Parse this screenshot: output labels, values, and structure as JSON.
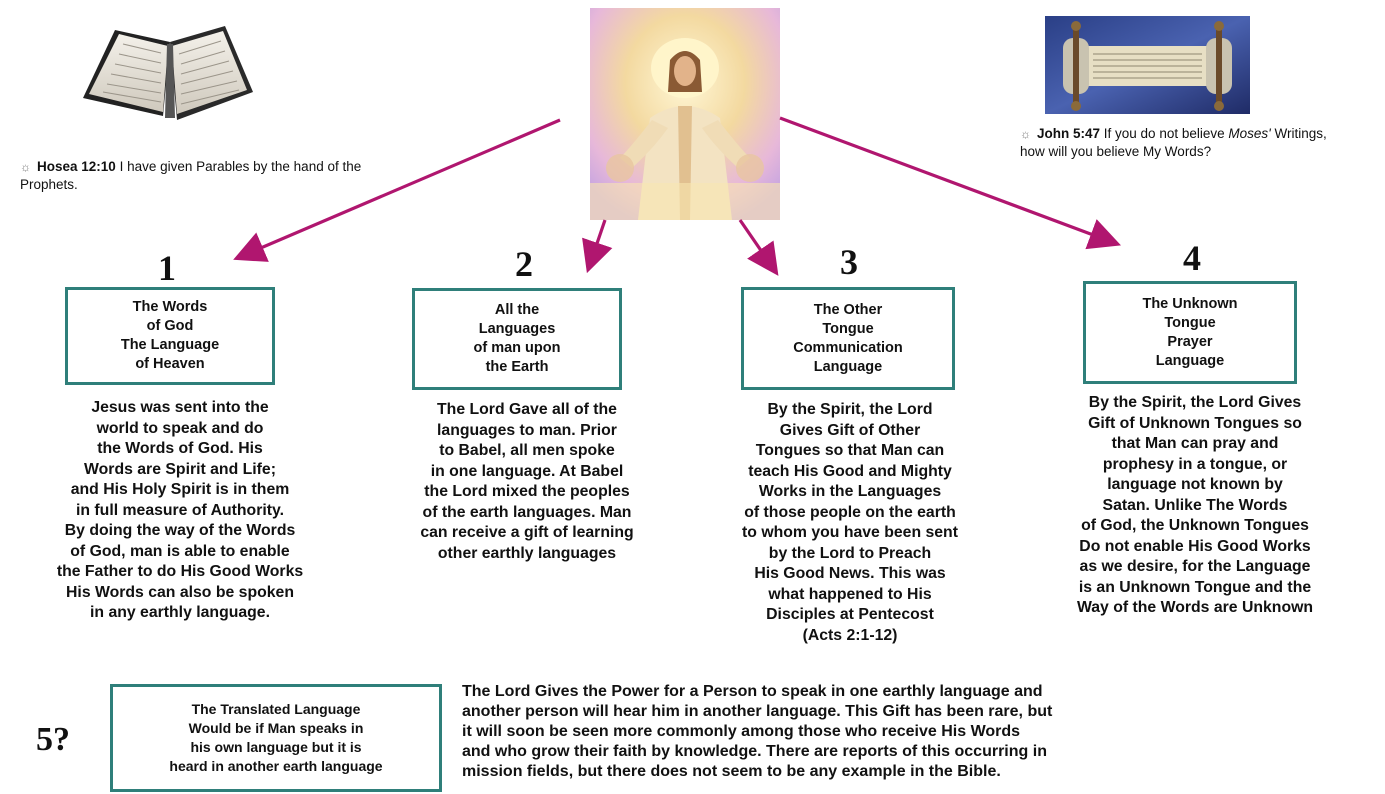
{
  "quotes": {
    "left": {
      "ref": "Hosea 12:10",
      "text": " I have given Parables by the hand of the Prophets."
    },
    "right": {
      "ref": "John 5:47",
      "pre": " If you do not believe ",
      "italic": "Moses'",
      "post": " Writings, how will you believe My Words?"
    }
  },
  "items": [
    {
      "number": "1",
      "box": "The Words\nof God\nThe Language\nof Heaven",
      "text": "Jesus was sent into the\nworld to speak and do\nthe Words of God.  His\nWords are Spirit and Life;\nand His Holy Spirit is in them\nin full measure of Authority.\nBy doing the way of the Words\nof God, man is able to enable\nthe Father to do His Good Works\nHis Words can also be spoken\nin any earthly language."
    },
    {
      "number": "2",
      "box": "All the\nLanguages\nof man upon\nthe Earth",
      "text": "The Lord Gave all of the\nlanguages to man.  Prior\nto Babel, all men spoke\nin one language.  At Babel\nthe Lord mixed the peoples\nof the earth languages. Man\ncan receive a gift of learning\nother earthly languages"
    },
    {
      "number": "3",
      "box": "The Other\nTongue\nCommunication\nLanguage",
      "text": "By the Spirit, the Lord\nGives Gift of Other\nTongues so that Man can\nteach His Good and Mighty\nWorks in the Languages\nof those people on the earth\nto whom you have been sent\nby the Lord to Preach\nHis Good News.  This was\nwhat happened to His\nDisciples at Pentecost\n(Acts 2:1-12)"
    },
    {
      "number": "4",
      "box": "The Unknown\nTongue\nPrayer\nLanguage",
      "text": "By the Spirit, the Lord Gives\nGift of Unknown Tongues so\nthat Man can pray and\nprophesy in a tongue, or\nlanguage not known by\nSatan.  Unlike The Words\nof God, the Unknown Tongues\nDo not enable His Good Works\nas we desire, for the Language\nis an Unknown Tongue and the\nWay of the Words are Unknown"
    },
    {
      "number": "5?",
      "box": "The Translated Language\nWould be if Man speaks in\nhis own language but it is\nheard in another earth language",
      "text": "The Lord Gives the Power for a Person to speak in one earthly language and\nanother person will hear him in another language. This Gift has been rare, but\nit will soon be seen more commonly among those who receive His Words\nand who grow their faith by knowledge.  There are reports of this occurring in\nmission fields, but there does not seem to be any example in the Bible."
    }
  ],
  "colors": {
    "arrow": "#b0166f",
    "box_border": "#2f7f7a"
  },
  "icons": {
    "bible": "open-bible-image",
    "jesus": "jesus-portrait-image",
    "scroll": "torah-scroll-image",
    "bullet": "star-bullet-icon"
  }
}
